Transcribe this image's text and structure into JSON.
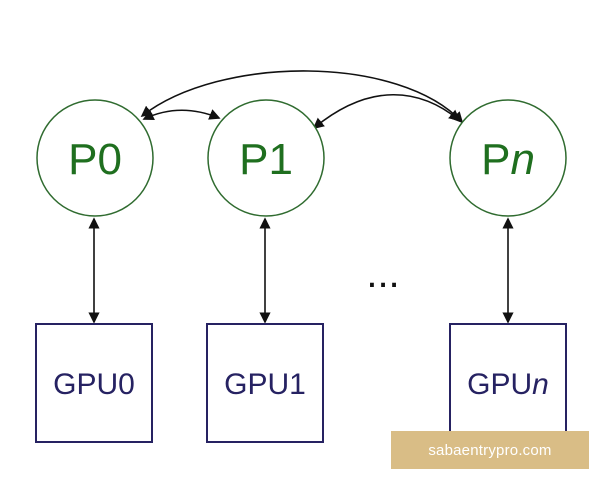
{
  "processes": [
    {
      "name": "P",
      "suffix": "0"
    },
    {
      "name": "P",
      "suffix": "1"
    },
    {
      "name": "P",
      "suffix": "n"
    }
  ],
  "gpus": [
    {
      "name": "GPU",
      "suffix": "0"
    },
    {
      "name": "GPU",
      "suffix": "1"
    },
    {
      "name": "GPU",
      "suffix": "n"
    }
  ],
  "ellipsis": "...",
  "colors": {
    "process_stroke": "#2f6b2f",
    "process_text": "#1f6f1f",
    "gpu_stroke": "#262262",
    "gpu_text": "#262262",
    "arrow": "#111111",
    "watermark_bg": "#d9bd86"
  },
  "watermark": {
    "text": "sabaentrypro.com"
  }
}
